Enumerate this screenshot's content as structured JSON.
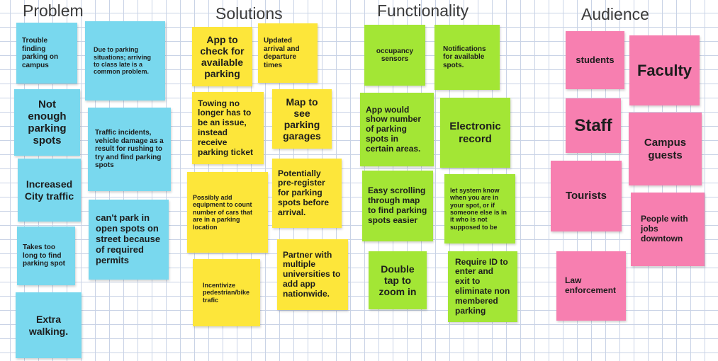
{
  "columns": {
    "problem": {
      "heading": "Problem",
      "notes": [
        "Trouble finding parking on campus",
        "Due to parking situations; arriving to class late is a common problem.",
        "Not enough parking spots",
        "Traffic incidents, vehicle damage as a result for rushing to try and find parking spots",
        "Increased City traffic",
        "can't park in open spots on street because of required permits",
        "Takes too long to find parking spot",
        "Extra walking."
      ]
    },
    "solutions": {
      "heading": "Solutions",
      "notes": [
        "App to check for available parking",
        "Updated arrival and departure times",
        "Towing no longer has to be an issue, instead receive parking ticket",
        "Map to see parking garages",
        "Possibly add equipment to count number of cars that are in a parking location",
        "Potentially pre-register for parking spots before arrival.",
        "Incentivize pedestrian/bike trafic",
        "Partner with multiple universities to add app nationwide."
      ]
    },
    "functionality": {
      "heading": "Functionality",
      "notes": [
        "occupancy sensors",
        "Notifications for available spots.",
        "App would show number of parking spots in certain areas.",
        "Electronic record",
        "Easy scrolling through map to find parking spots easier",
        "let system know when you are in your spot, or if someone else is in it who is not supposed to be",
        "Double tap to zoom in",
        "Require ID to enter and exit to eliminate non membered parking"
      ]
    },
    "audience": {
      "heading": "Audience",
      "notes": [
        "students",
        "Faculty",
        "Staff",
        "Campus guests",
        "Tourists",
        "People with jobs downtown",
        "Law enforcement"
      ]
    }
  },
  "colors": {
    "problem": "#79d8ee",
    "solutions": "#fde63a",
    "functionality": "#a3e635",
    "audience": "#f77fb0",
    "grid": "#c9d3e6"
  }
}
